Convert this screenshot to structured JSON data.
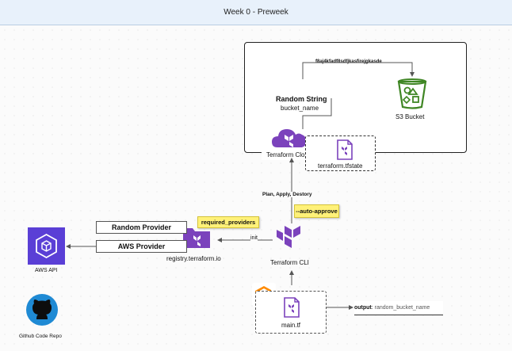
{
  "board": {
    "title": "Week 0 - Preweek"
  },
  "cloud_box": {
    "random_string_title": "Random String",
    "random_string_sub": "bucket_name",
    "bucket_arrow_label": "f8aj4kfadf8sdfjkasfirejgkasde",
    "s3_label": "S3 Bucket"
  },
  "terraform_cloud": {
    "label": "Terraform Cloud"
  },
  "tfstate": {
    "label": "terraform.tfstate"
  },
  "cli_arrow_label": "Plan, Apply, Destory",
  "auto_approve_note": "--auto-approve",
  "required_providers_note": "required_providers",
  "registry": {
    "label": "registry.terraform.io"
  },
  "init_label": "init",
  "terraform_cli": {
    "label": "Terraform CLI"
  },
  "providers": [
    {
      "label": "Random Provider"
    },
    {
      "label": "AWS Provider"
    }
  ],
  "aws_api": {
    "label": "AWS API"
  },
  "github": {
    "label": "Github Code Repo"
  },
  "main_tf": {
    "label": "main.tf"
  },
  "output": {
    "key": "output",
    "value": "random_bucket_name"
  },
  "colors": {
    "terraform_purple": "#7b42bc",
    "aws_purple": "#5a3fd6",
    "s3_green": "#3f8624",
    "sticky_yellow": "#fff178",
    "github_blue": "#1f8ad4",
    "gitpod_orange": "#ff8a00"
  },
  "icons": [
    "terraform-icon",
    "terraform-cloud-icon",
    "s3-bucket-icon",
    "aws-api-icon",
    "github-icon",
    "gitpod-icon",
    "folder-icon",
    "file-icon"
  ]
}
